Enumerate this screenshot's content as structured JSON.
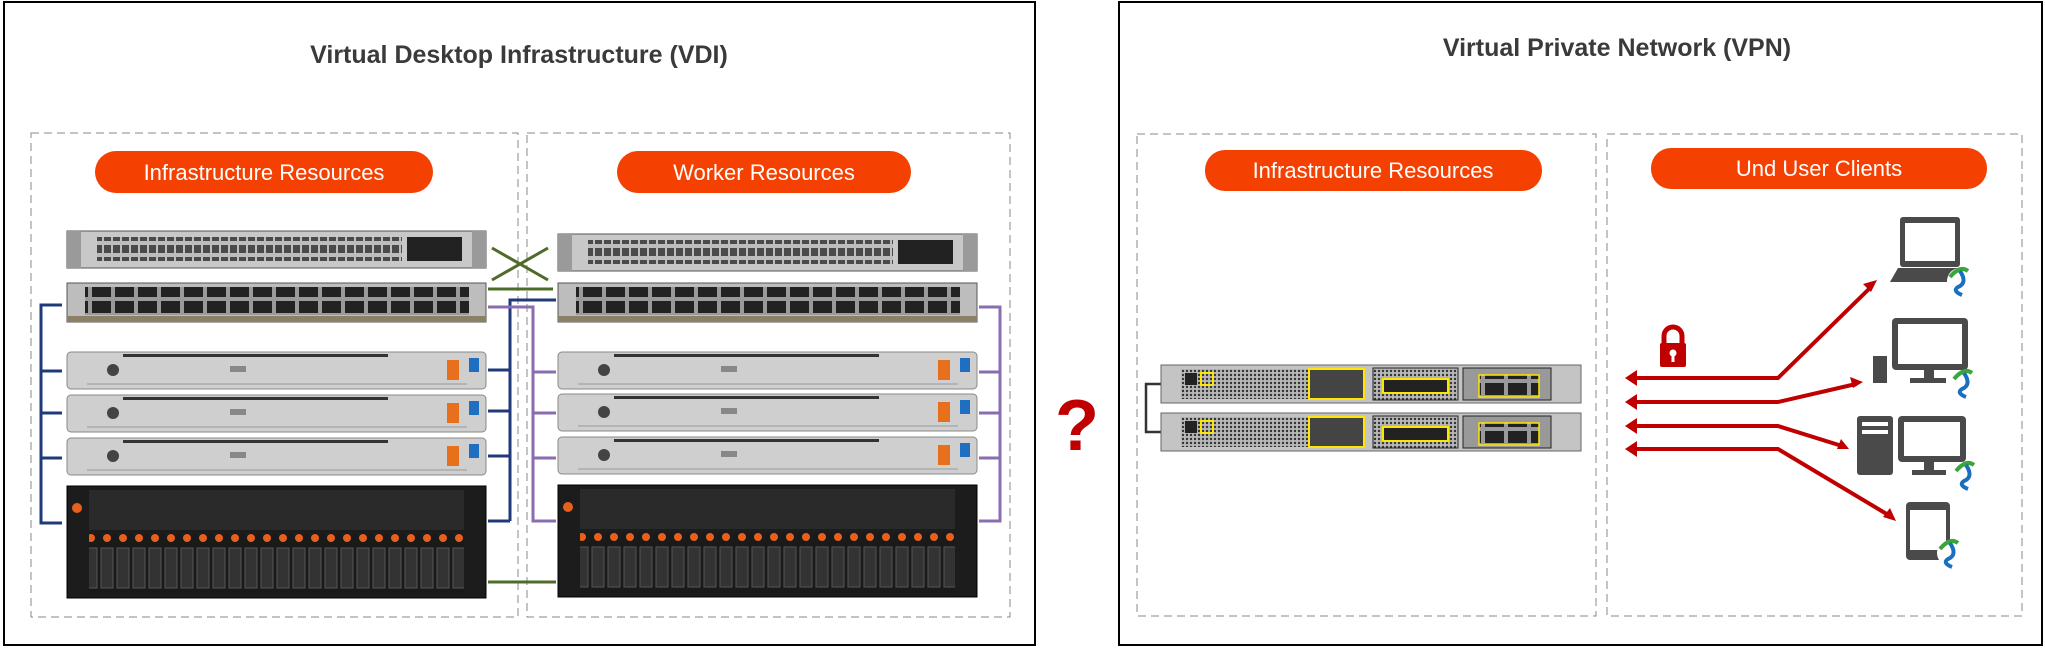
{
  "vdi": {
    "title": "Virtual Desktop Infrastructure (VDI)",
    "infrastructure_label": "Infrastructure Resources",
    "worker_label": "Worker Resources"
  },
  "comparison": {
    "symbol": "?"
  },
  "vpn": {
    "title": "Virtual Private Network (VPN)",
    "infrastructure_label": "Infrastructure Resources",
    "clients_label": "Und User Clients"
  },
  "colors": {
    "pill": "#f44000",
    "arrow": "#c00000",
    "link_blue": "#1f3a7a",
    "link_purple": "#8a6db0",
    "link_green": "#4f6b2a",
    "question": "#c00000"
  },
  "icons": [
    "laptop-icon",
    "desktop-monitor-icon",
    "workstation-icon",
    "tablet-icon",
    "lock-icon",
    "vpn-client-icon"
  ]
}
